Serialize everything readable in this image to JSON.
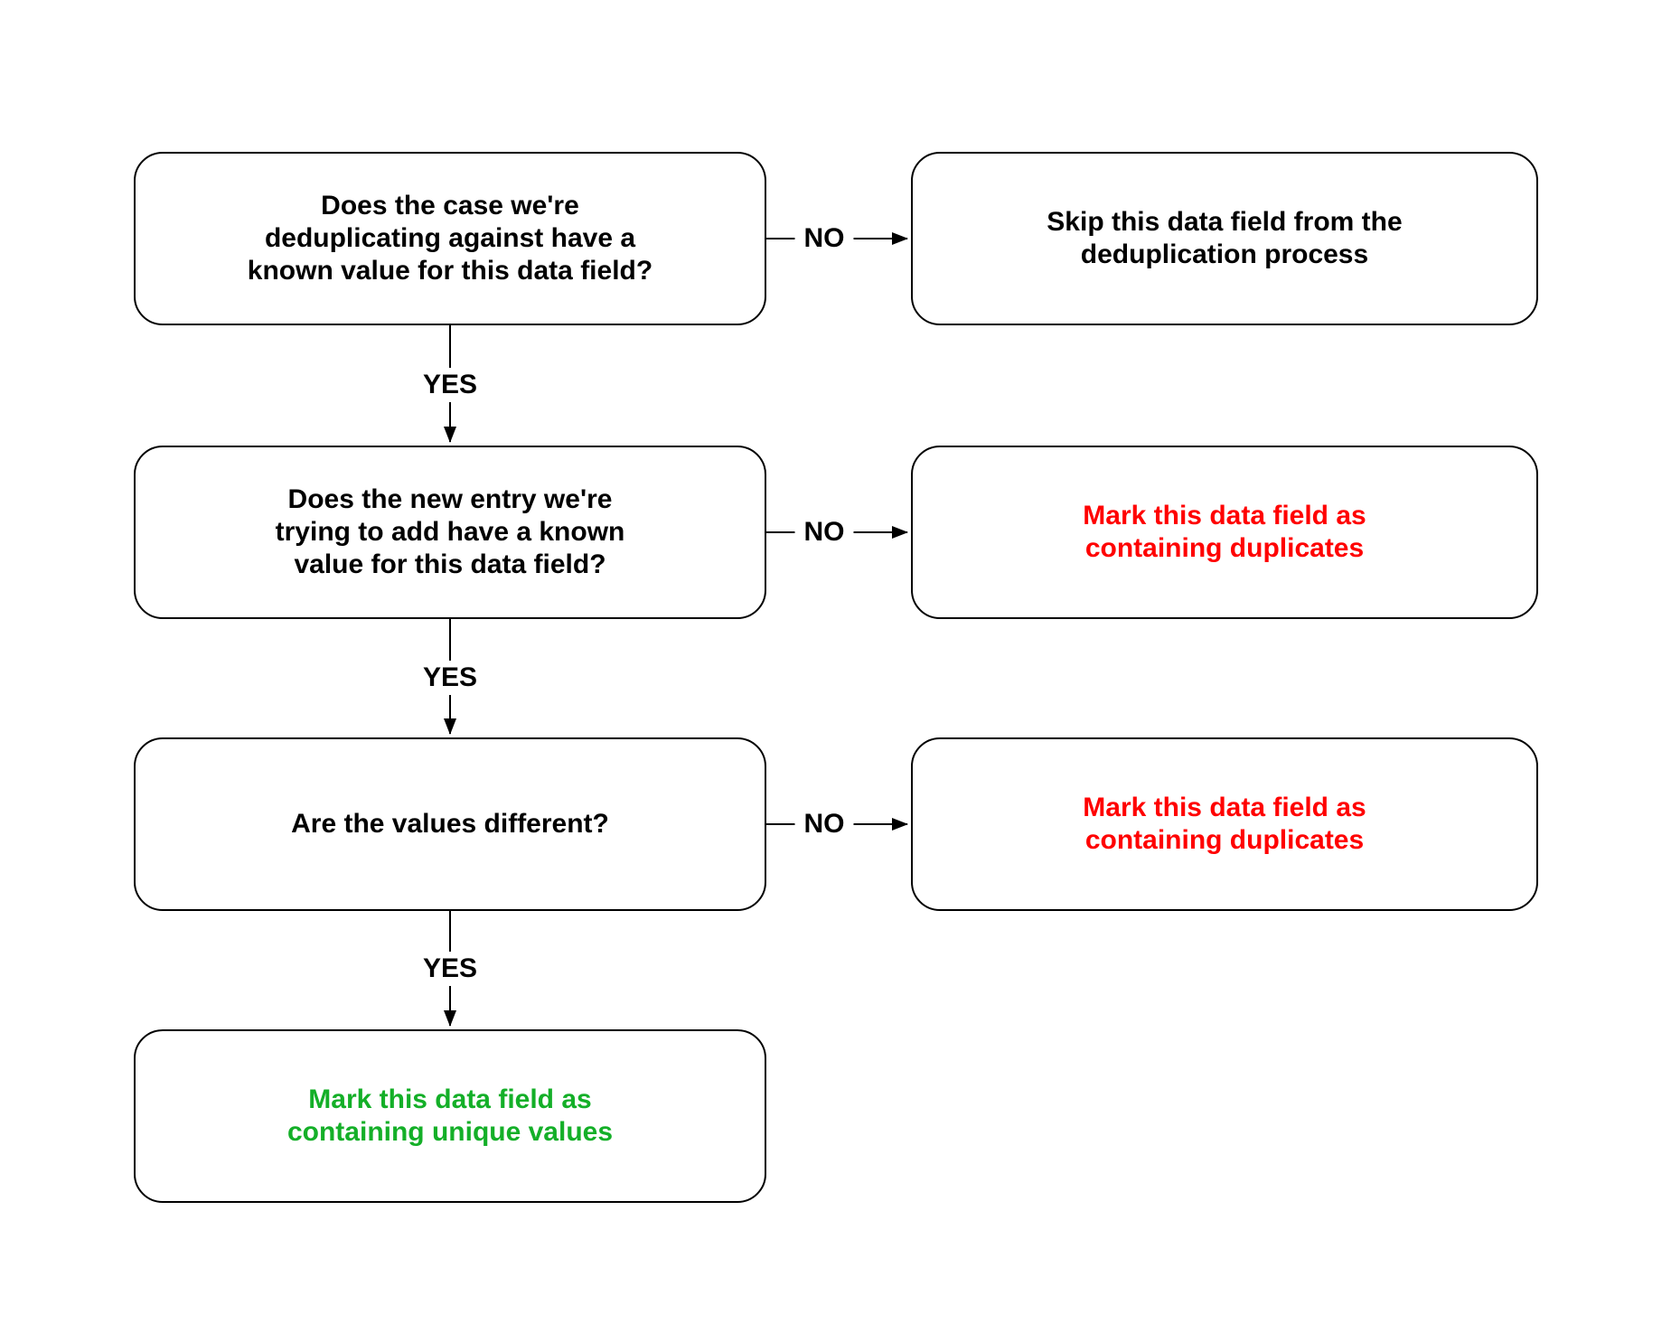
{
  "diagram": {
    "type": "flowchart",
    "background_color": "#ffffff",
    "line_color": "#000000",
    "node_border_color": "#000000",
    "node_fill_color": "#ffffff",
    "text_colors": {
      "question": "#000000",
      "duplicate_outcome": "#ff0000",
      "unique_outcome": "#14af28"
    },
    "nodes": [
      {
        "id": "q1",
        "text": "Does the case we're\ndeduplicating against have a\nknown value for this data field?",
        "text_color": "#000000"
      },
      {
        "id": "skip",
        "text": "Skip this data field from the\ndeduplication process",
        "text_color": "#000000"
      },
      {
        "id": "q2",
        "text": "Does the new entry we're\ntrying to add have a known\nvalue for this data field?",
        "text_color": "#000000"
      },
      {
        "id": "dup1",
        "text": "Mark this data field as\ncontaining duplicates",
        "text_color": "#ff0000"
      },
      {
        "id": "q3",
        "text": "Are the values different?",
        "text_color": "#000000"
      },
      {
        "id": "dup2",
        "text": "Mark this data field as\ncontaining duplicates",
        "text_color": "#ff0000"
      },
      {
        "id": "unique",
        "text": "Mark this data field as\ncontaining unique values",
        "text_color": "#14af28"
      }
    ],
    "edges": [
      {
        "from": "q1",
        "to": "skip",
        "label": "NO"
      },
      {
        "from": "q1",
        "to": "q2",
        "label": "YES"
      },
      {
        "from": "q2",
        "to": "dup1",
        "label": "NO"
      },
      {
        "from": "q2",
        "to": "q3",
        "label": "YES"
      },
      {
        "from": "q3",
        "to": "dup2",
        "label": "NO"
      },
      {
        "from": "q3",
        "to": "unique",
        "label": "YES"
      }
    ]
  }
}
